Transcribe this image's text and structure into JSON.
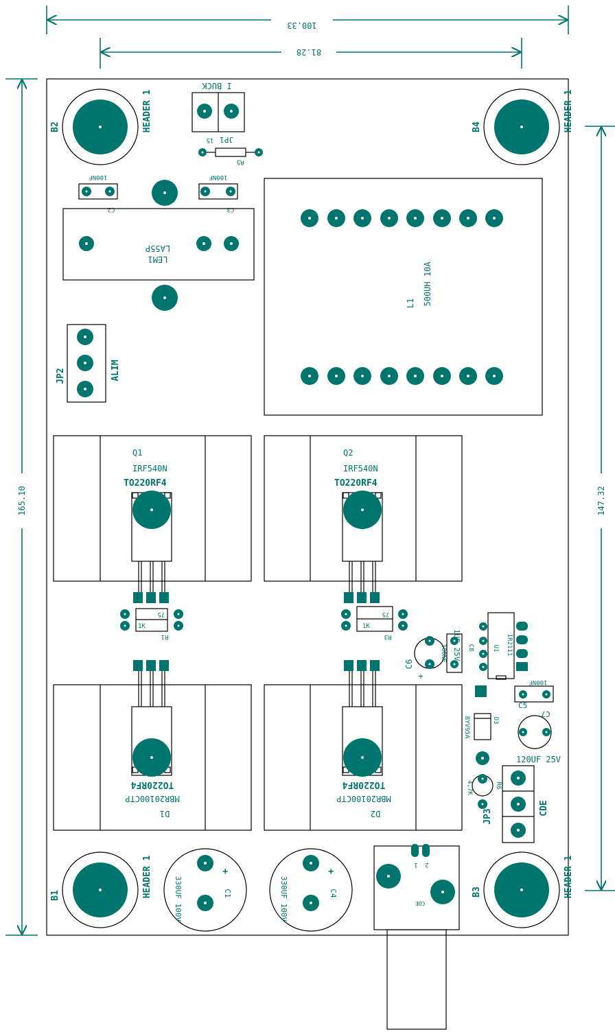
{
  "dimensions": {
    "board_width": "100.33",
    "inner_width": "81.28",
    "board_height": "165.10",
    "inner_height": "147.32"
  },
  "headers": {
    "b1": {
      "ref": "B1",
      "value": "HEADER 1"
    },
    "b2": {
      "ref": "B2",
      "value": "HEADER 1"
    },
    "b3": {
      "ref": "B3",
      "value": "HEADER 1"
    },
    "b4": {
      "ref": "B4",
      "value": "HEADER 1"
    }
  },
  "jp1": {
    "ref": "JP1",
    "label": "I BUCK"
  },
  "r5": {
    "ref": "R5",
    "value": "15"
  },
  "c2": {
    "ref": "C2",
    "value": "100NF"
  },
  "c3": {
    "ref": "C3",
    "value": "100NF"
  },
  "lem1": {
    "ref": "LEM1",
    "value": "LA55P"
  },
  "jp2": {
    "ref": "JP2",
    "label": "ALIM"
  },
  "l1": {
    "ref": "L1",
    "value": "500UH 10A"
  },
  "q1": {
    "ref": "Q1",
    "value": "IRF540N",
    "package": "TO220RF4"
  },
  "q2": {
    "ref": "Q2",
    "value": "IRF540N",
    "package": "TO220RF4"
  },
  "r1": {
    "ref": "R1",
    "value1": "1K",
    "value2": "75"
  },
  "r3": {
    "ref": "R3",
    "value1": "1K",
    "value2": "75"
  },
  "c6": {
    "ref": "C6",
    "value": "1UF 25V",
    "polarity": "+"
  },
  "c8": {
    "ref": "C8",
    "value": "100NF"
  },
  "u1": {
    "ref": "U1",
    "value": "IR2111"
  },
  "c5": {
    "ref": "C5",
    "value": "100NF"
  },
  "c7": {
    "ref": "C7",
    "value": "120UF 25V"
  },
  "d3": {
    "ref": "D3",
    "value": "BYV95A"
  },
  "r6": {
    "ref": "R6",
    "value": "4,7K"
  },
  "jp3": {
    "ref": "JP3",
    "label": "CDE"
  },
  "d1": {
    "ref": "D1",
    "value": "MBR20100CTP",
    "package": "TO220RF4"
  },
  "d2": {
    "ref": "D2",
    "value": "MBR20100CTP",
    "package": "TO220RF4"
  },
  "c1": {
    "ref": "C1",
    "value": "330UF 100V",
    "polarity": "+"
  },
  "c4": {
    "ref": "C4",
    "value": "330UF 100V",
    "polarity": "+"
  },
  "cde_conn": {
    "label": "CDE",
    "pin1": "1",
    "pin2": "2"
  },
  "colors": {
    "silkscreen": "#00756e",
    "outline": "#000000",
    "background": "#ffffff"
  }
}
